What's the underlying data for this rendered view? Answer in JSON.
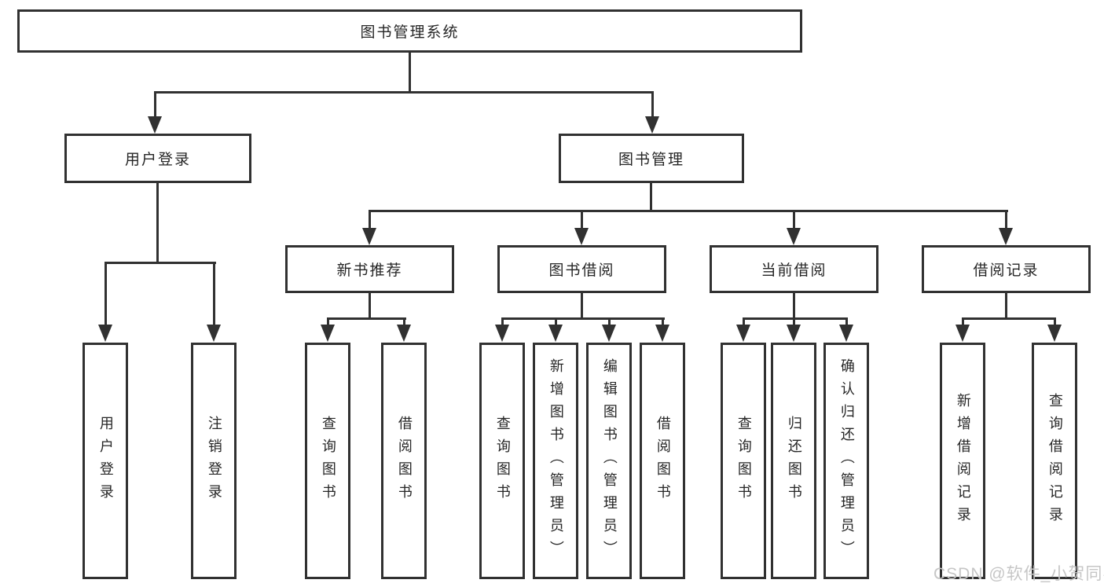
{
  "tree": {
    "label": "图书管理系统",
    "children": [
      {
        "label": "用户登录",
        "children": [
          {
            "label": "用户登录"
          },
          {
            "label": "注销登录"
          }
        ]
      },
      {
        "label": "图书管理",
        "children": [
          {
            "label": "新书推荐",
            "children": [
              {
                "label": "查询图书"
              },
              {
                "label": "借阅图书"
              }
            ]
          },
          {
            "label": "图书借阅",
            "children": [
              {
                "label": "查询图书"
              },
              {
                "label": "新增图书（管理员）"
              },
              {
                "label": "编辑图书（管理员）"
              },
              {
                "label": "借阅图书"
              }
            ]
          },
          {
            "label": "当前借阅",
            "children": [
              {
                "label": "查询图书"
              },
              {
                "label": "归还图书"
              },
              {
                "label": "确认归还（管理员）"
              }
            ]
          },
          {
            "label": "借阅记录",
            "children": [
              {
                "label": "新增借阅记录"
              },
              {
                "label": "查询借阅记录"
              }
            ]
          }
        ]
      }
    ]
  },
  "watermark": {
    "text": "CSDN @软件_小贺同学"
  },
  "colors": {
    "line": "#313131",
    "text": "#262626",
    "watermark": "#c6c6c6",
    "background": "#ffffff"
  }
}
